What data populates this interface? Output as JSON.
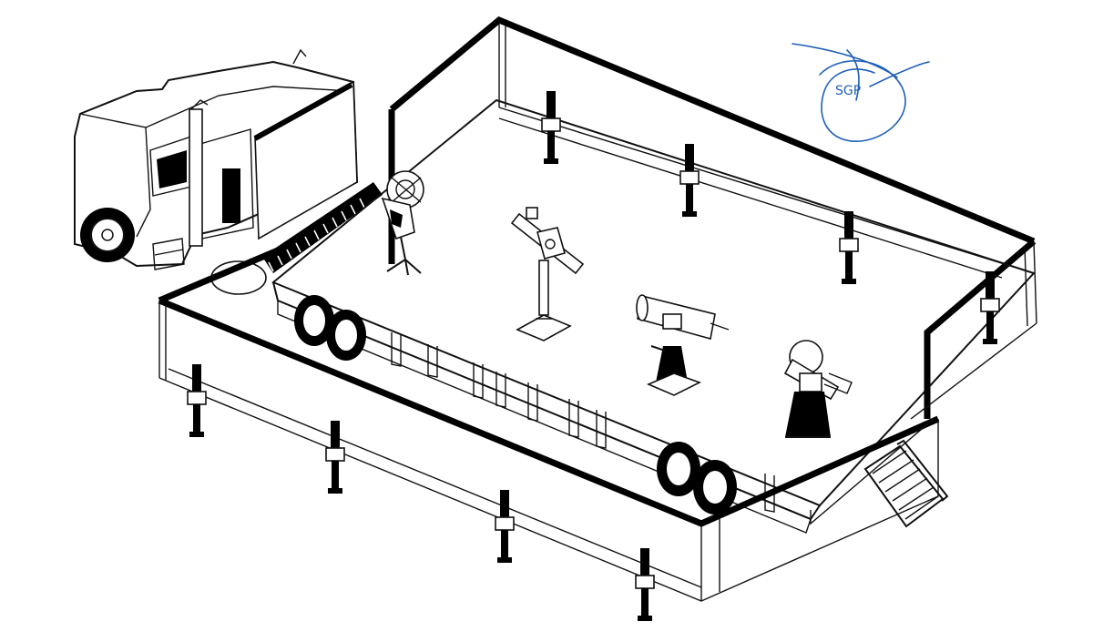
{
  "colors": {
    "ink": "#000000",
    "paper": "#ffffff",
    "signature": "#1f5fb8"
  },
  "signature": {
    "initials": "SGP"
  },
  "icons": [
    "semi-truck-cab",
    "flatbed-trailer",
    "telescope",
    "leveling-jack",
    "stairs",
    "signature"
  ]
}
